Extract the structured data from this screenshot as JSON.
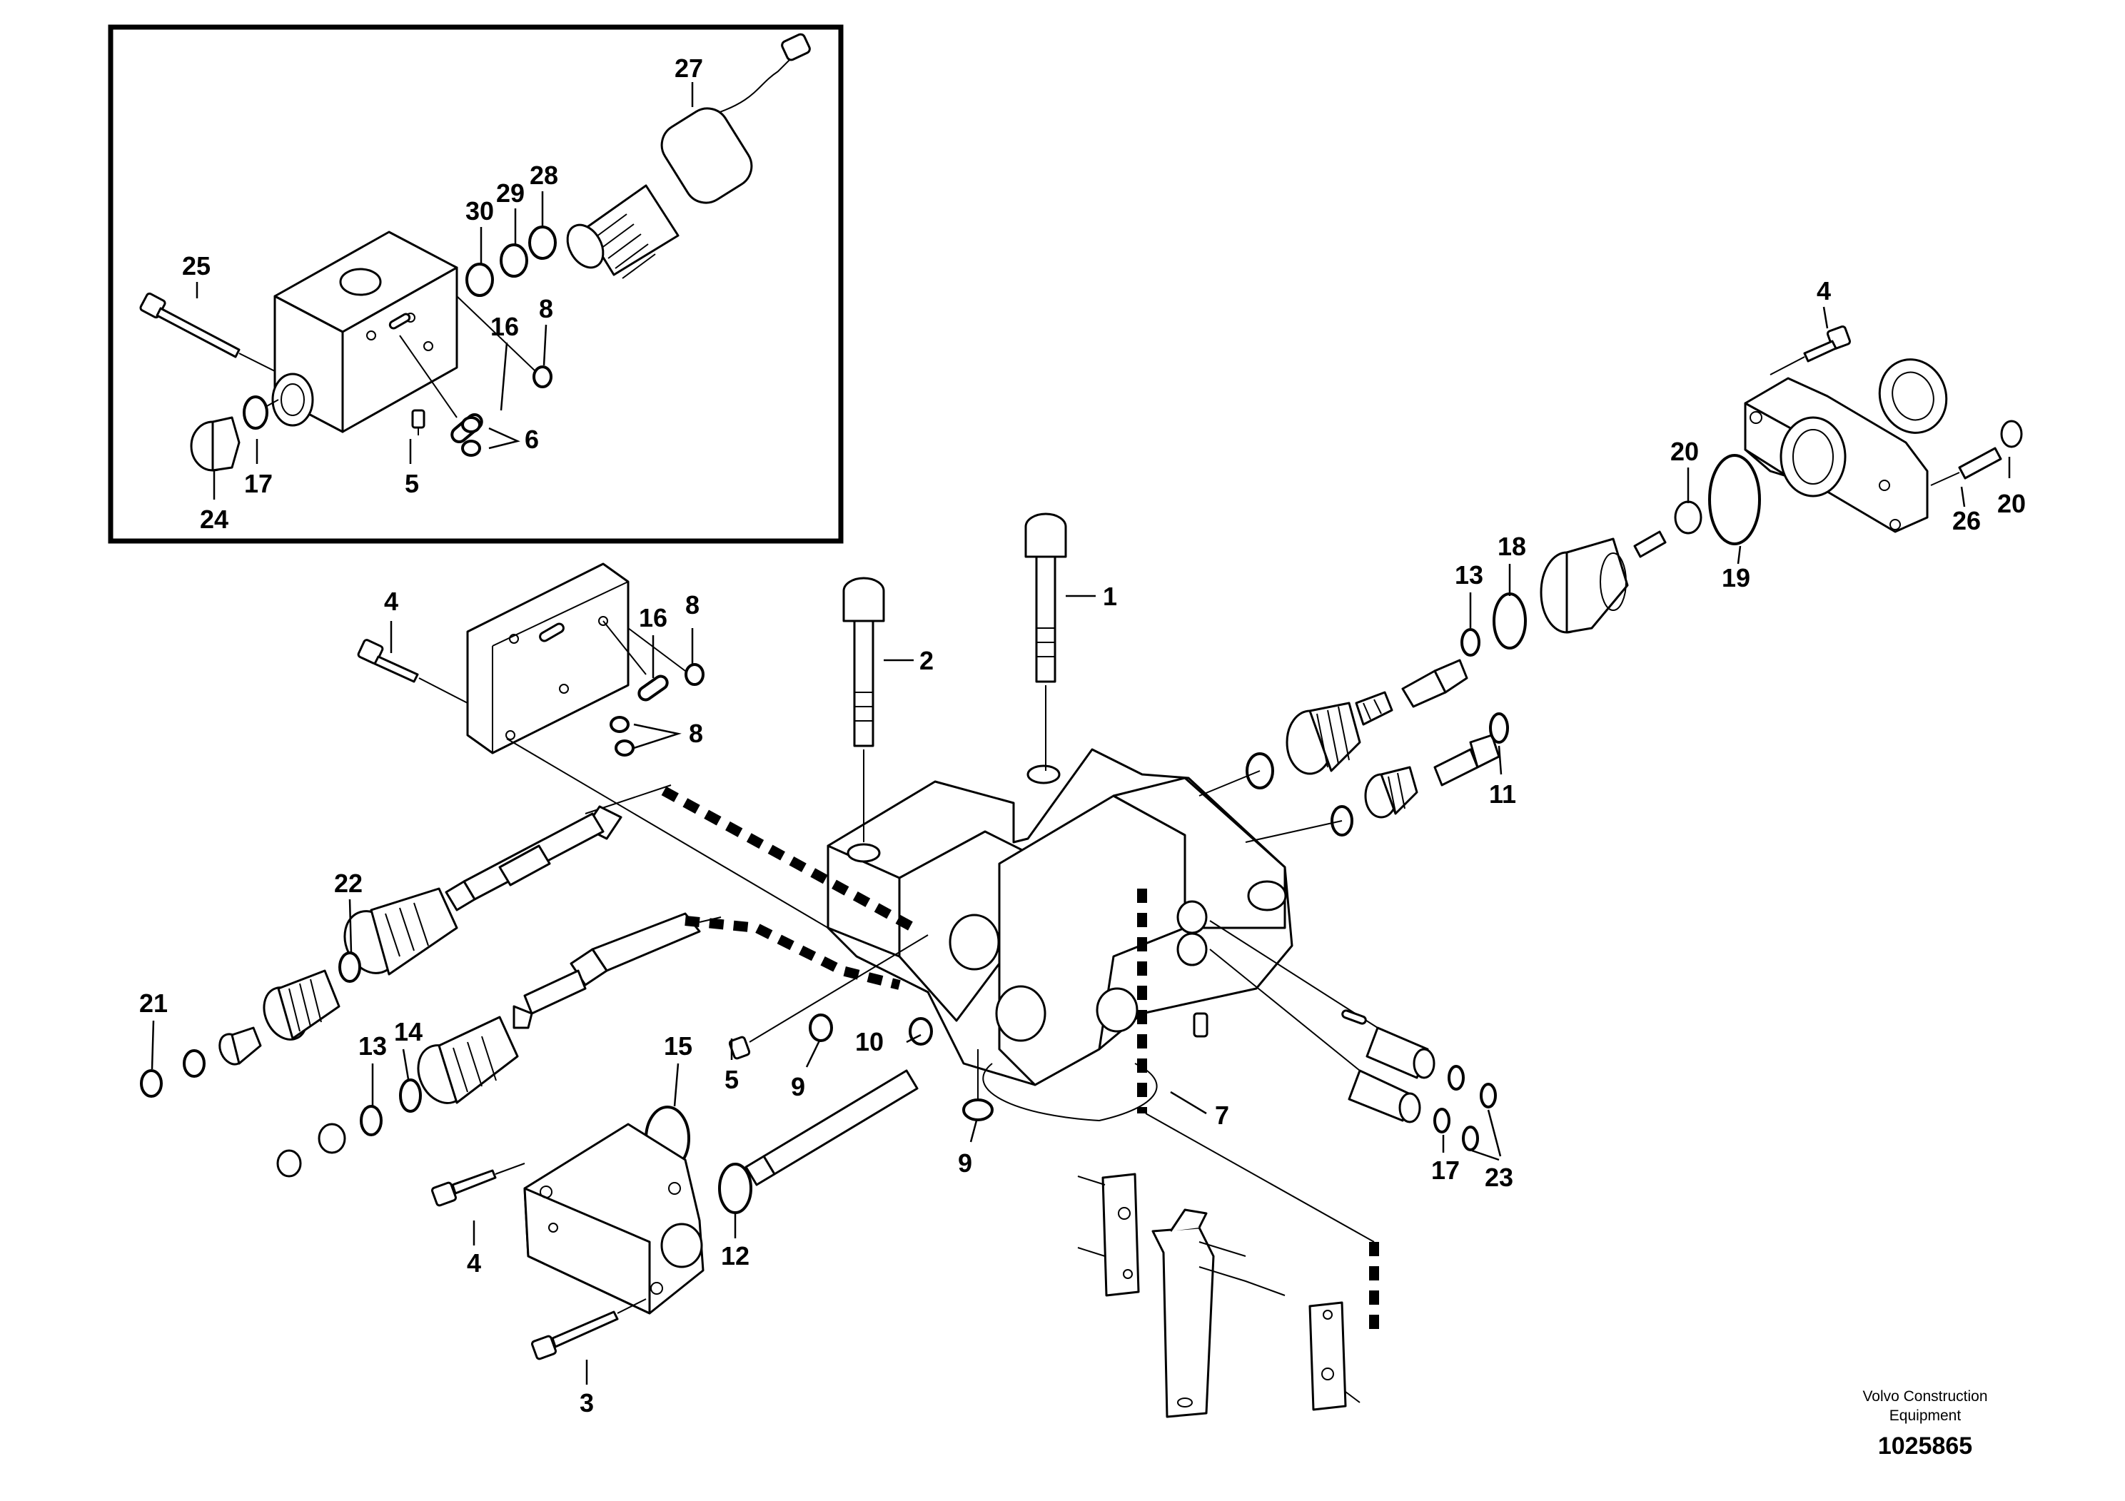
{
  "footer": {
    "brand_line1": "Volvo Construction",
    "brand_line2": "Equipment",
    "doc_number": "1025865"
  },
  "inset_labels": {
    "p27": "27",
    "p30": "30",
    "p29": "29",
    "p28": "28",
    "p25": "25",
    "p16": "16",
    "p8": "8",
    "p6": "6",
    "p17": "17",
    "p24": "24",
    "p5": "5"
  },
  "main_labels": {
    "p1": "1",
    "p2": "2",
    "p4a": "4",
    "p16": "16",
    "p8a": "8",
    "p8b": "8",
    "p22": "22",
    "p21": "21",
    "p13a": "13",
    "p14": "14",
    "p15": "15",
    "p5": "5",
    "p9a": "9",
    "p10": "10",
    "p9b": "9",
    "p7": "7",
    "p4b": "4",
    "p12": "12",
    "p3": "3",
    "p4c": "4",
    "p20a": "20",
    "p20b": "20",
    "p26": "26",
    "p19": "19",
    "p18": "18",
    "p13b": "13",
    "p11": "11",
    "p17": "17",
    "p23": "23"
  }
}
